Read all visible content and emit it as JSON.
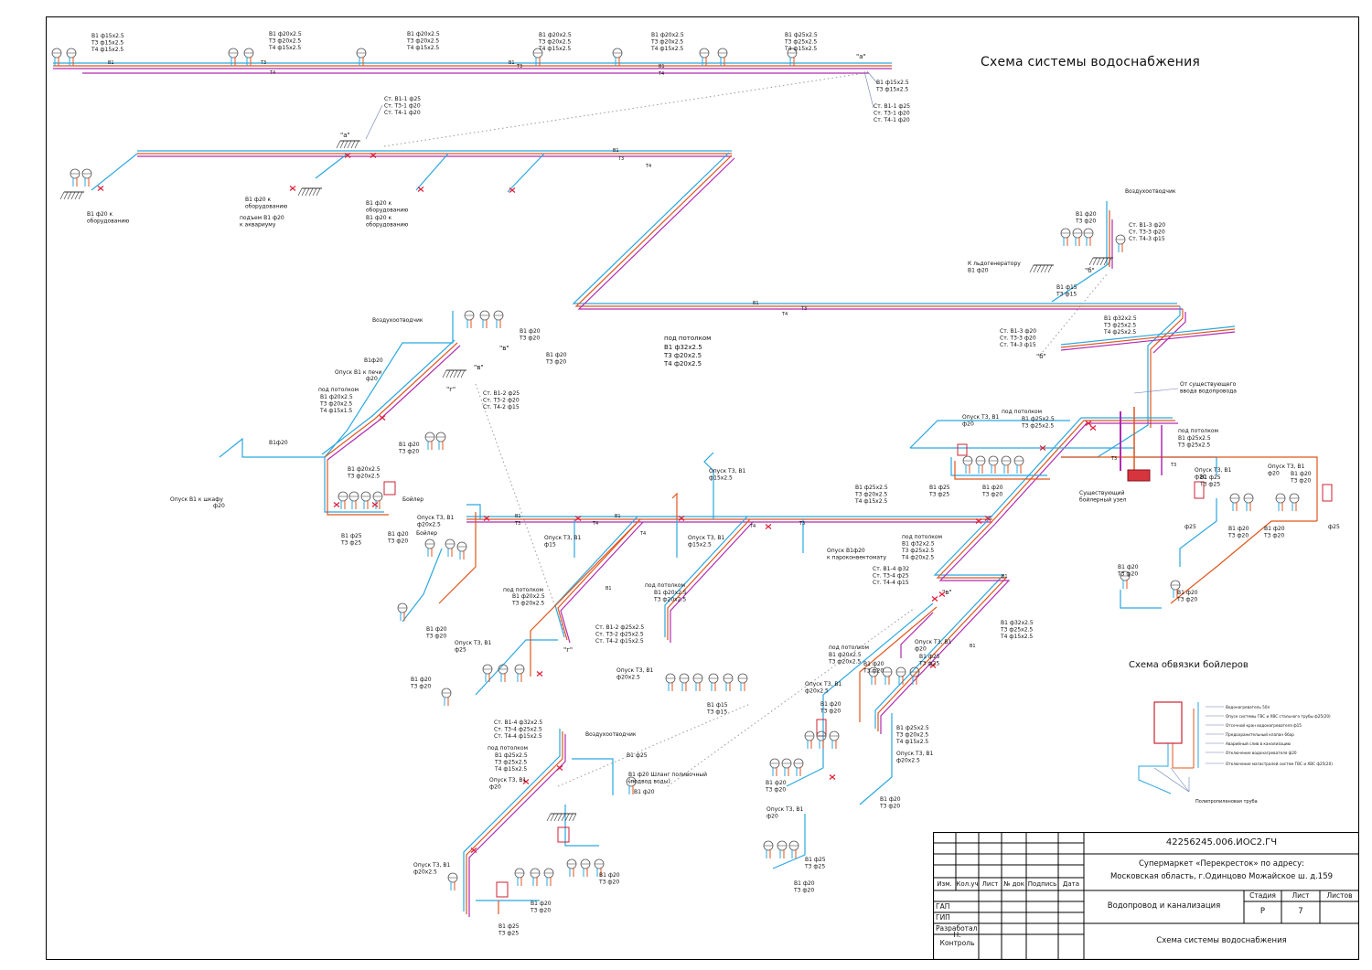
{
  "diagram_title": "Схема системы водоснабжения",
  "boiler_title": "Схема обвязки бойлеров",
  "colors": {
    "pipe_cold_v1": "#2aa7e0",
    "pipe_hot_t3": "#e0561c",
    "pipe_recirc_t4": "#b02ab0",
    "leader": "#6a7fb0",
    "valve": "#e0203a"
  },
  "labels": {
    "l1": "В1 ф15х2.5",
    "l2": "Т3 ф15х2.5",
    "l3": "Т4 ф15х2.5",
    "l4": "В1 ф20х2.5",
    "l5": "Т3 ф20х2.5",
    "l6": "Т4 ф15х2.5",
    "l7": "В1 ф20х2.5",
    "l8": "Т3 ф20х2.5",
    "l9": "Т4 ф15х2.5",
    "l10": "В1 ф20х2.5",
    "l11": "Т3 ф20х2.5",
    "l12": "Т4 ф15х2.5",
    "l13": "В1 ф20х2.5",
    "l14": "Т3 ф20х2.5",
    "l15": "Т4 ф15х2.5",
    "l16": "В1 ф25х2.5",
    "l17": "Т3 ф25х2.5",
    "l18": "Т4 ф15х2.5",
    "l19": "В1 ф15х2.5",
    "l20": "Т3 ф15х2.5",
    "l21": "Ст. В1-1 ф25",
    "l22": "Ст. Т3-1 ф20",
    "l23": "Ст. Т4-1 ф20",
    "l24": "Ст. В1-1 ф25",
    "l25": "Ст. Т3-1 ф20",
    "l26": "Ст. Т4-1 ф20",
    "l27": "В1 ф20 к",
    "l28": "оборудованию",
    "l29": "В1 ф20 к",
    "l30": "оборудованию",
    "l31": "подъем В1 ф20",
    "l32": "к аквариуму",
    "l33": "В1 ф20 к",
    "l34": "оборудованию",
    "l35": "В1 ф20 к",
    "l36": "оборудованию",
    "l37": "Воздухоотводчик",
    "l38": "В1 ф20",
    "l39": "Т3 ф20",
    "l40": "Ст. В1-3 ф20",
    "l41": "Ст. Т3-3 ф20",
    "l42": "Ст. Т4-3 ф15",
    "l43": "К льдогенератору",
    "l44": "В1 ф20",
    "l45": "В1 ф15",
    "l46": "Т3 ф15",
    "l47": "под потолком",
    "l48": "В1 ф32х2.5",
    "l49": "Т3 ф20х2.5",
    "l50": "Т4 ф20х2.5",
    "l51": "В1 ф32х2.5",
    "l52": "Т3 ф25х2.5",
    "l53": "Т4 ф25х2.5",
    "l54": "Ст. В1-3 ф20",
    "l55": "Ст. Т3-3 ф20",
    "l56": "Ст. Т4-3 ф15",
    "l57": "От существующего",
    "l58": "ввода водопровода",
    "l59": "Воздухоотводчик",
    "l60": "В1 ф20",
    "l61": "Т3 ф20",
    "l62": "В1 ф20",
    "l63": "Т3 ф20",
    "l64": "В1ф20",
    "l65": "Опуск В1 к печи",
    "l66": "ф20",
    "l67": "под потолком",
    "l68": "В1 ф20х2.5",
    "l69": "Т3 ф20х2.5",
    "l70": "Т4 ф15х1.5",
    "l71": "Ст. В1-2 ф25",
    "l72": "Ст. Т3-2 ф20",
    "l73": "Ст. Т4-2 ф15",
    "l74": "В1 ф20",
    "l75": "Т3 ф20",
    "l76": "В1ф20",
    "l77": "Опуск В1 к шкафу",
    "l78": "ф20",
    "l79": "В1 ф20х2.5",
    "l80": "Т3 ф20х2.5",
    "l81": "Бойлер",
    "l82": "В1 ф25",
    "l83": "Т3 ф25",
    "l84": "В1 ф20",
    "l85": "Т3 ф20",
    "l86": "Опуск Т3, В1",
    "l87": "ф20х2.5",
    "l88": "Бойлер",
    "l89": "Опуск Т3, В1",
    "l90": "ф15х2.5",
    "l91": "В1 ф25х2.5",
    "l92": "Т3 ф20х2.5",
    "l93": "Т4 ф15х2.5",
    "l94": "Опуск Т3, В1",
    "l95": "ф15",
    "l96": "Опуск Т3, В1",
    "l97": "ф15х2.5",
    "l98": "Опуск В1ф20",
    "l99": "к пароконвектомату",
    "l100": "Опуск Т3, В1",
    "l101": "ф20",
    "l102": "под потолком",
    "l103": "В1 ф25х2.5",
    "l104": "Т3 ф25х2.5",
    "l105": "под потолком",
    "l106": "В1 ф25х2.5",
    "l107": "Т3 ф25х2.5",
    "l108": "В1 ф25",
    "l109": "Т3 ф25",
    "l110": "В1 ф20",
    "l111": "Т3 ф20",
    "l112": "Существующий",
    "l113": "бойлерный узел",
    "l114": "Опуск Т3, В1",
    "l115": "ф20",
    "l116": "В1 ф25",
    "l117": "Т3 ф25",
    "l118": "ф25",
    "l119": "В1 ф20",
    "l120": "Т3 ф20",
    "l121": "В1 ф20",
    "l122": "Т3 ф20",
    "l123": "Опуск Т3, В1",
    "l124": "ф20",
    "l125": "В1 ф20",
    "l126": "Т3 ф20",
    "l127": "ф25",
    "l128": "В1 ф20",
    "l129": "Т3 ф20",
    "l130": "под потолком",
    "l131": "В1 ф32х2.5",
    "l132": "Т3 ф25х2.5",
    "l133": "Т4 ф20х2.5",
    "l134": "Ст. В1-4 ф32",
    "l135": "Ст. Т3-4 ф25",
    "l136": "Ст. Т4-4 ф15",
    "l137": "под потолком",
    "l138": "В1 ф20х2.5",
    "l139": "Т3 ф20х2.5",
    "l140": "В1 ф32х2.5",
    "l141": "Т3 ф25х2.5",
    "l142": "Т4 ф15х2.5",
    "l143": "под потолком",
    "l144": "В1 ф20х2.5",
    "l145": "Т3 ф20х2.5",
    "l146": "под потолком",
    "l147": "В1 ф20х2.5",
    "l148": "Т3 ф20х2.5",
    "l149": "Ст. В1-2 ф25х2.5",
    "l150": "Ст. Т3-2 ф25х2.5",
    "l151": "Ст. Т4-2 ф15х2.5",
    "l152": "Опуск Т3, В1",
    "l153": "ф25",
    "l154": "В1 ф20",
    "l155": "Т3 ф20",
    "l156": "Опуск Т3, В1",
    "l157": "ф20х2.5",
    "l158": "В1 ф15",
    "l159": "Т3 ф15",
    "l160": "под потолком",
    "l161": "В1 ф20х2.5",
    "l162": "Т3 ф20х2.5",
    "l163": "Опуск Т3, В1",
    "l164": "ф20х2.5",
    "l165": "Опуск Т3, В1",
    "l166": "ф20",
    "l167": "В1 ф25",
    "l168": "Т3 ф25",
    "l169": "В1 ф20",
    "l170": "Т3 ф20",
    "l171": "В1 ф25х2.5",
    "l172": "Т3 ф20х2.5",
    "l173": "Т4 ф15х2.5",
    "l174": "Опуск Т3, В1",
    "l175": "ф20х2.5",
    "l176": "В1 ф20",
    "l177": "Т3 ф20",
    "l178": "В1 ф20",
    "l179": "Т3 ф20",
    "l180": "Опуск Т3, В1",
    "l181": "ф20",
    "l182": "В1 ф25",
    "l183": "Т3 ф25",
    "l184": "В1 ф20",
    "l185": "Т3 ф20",
    "l186": "Ст. В1-4 ф32х2.5",
    "l187": "Ст. Т3-4 ф25х2.5",
    "l188": "Ст. Т4-4 ф15х2.5",
    "l189": "под потолком",
    "l190": "В1 ф25х2.5",
    "l191": "Т3 ф25х2.5",
    "l192": "Т4 ф15х2.5",
    "l193": "Опуск Т3, В1",
    "l194": "ф20",
    "l195": "Воздухоотводчик",
    "l196": "В1 ф25",
    "l197": "В1 ф20 Шланг поливочный",
    "l198": "(подвод воды)",
    "l199": "В1 ф20",
    "l200": "Опуск Т3, В1",
    "l201": "ф20х2.5",
    "l202": "В1 ф20",
    "l203": "Т3 ф20",
    "l204": "В1 ф20",
    "l205": "Т3 ф20",
    "l206": "В1 ф25",
    "l207": "Т3 ф25"
  },
  "markers": {
    "a": "\"а\"",
    "b": "\"б\"",
    "v": "\"в\"",
    "g": "\"г\""
  },
  "pipe_tags": {
    "v1": "В1",
    "t3": "Т3",
    "t4": "Т4"
  },
  "boiler_legend": [
    "Водонагреватель 50л",
    "Опуск системы ГВС и ХВС стального трубы ф25(20)",
    "Отсечной кран водонагревателя ф15",
    "Предохранительный клапан 6бар",
    "Аварийный слив в канализацию",
    "Отключение водонагревателя ф20",
    "Отключение магистралей систем ГВС и ХВС ф25(20)"
  ],
  "boiler_pipe_note": "Полипропиленовая труба",
  "stamp": {
    "doc_code": "42256245.006.ИОС2.ГЧ",
    "project_line1": "Супермаркет «Перекресток» по адресу:",
    "project_line2": "Московская область, г.Одинцово Можайское ш. д.159",
    "col_izm": "Изм.",
    "col_kol": "Кол.уч",
    "col_list": "Лист",
    "col_ndok": "№ док",
    "col_podpis": "Подпись",
    "col_data": "Дата",
    "role_gap": "ГАП",
    "role_gip": "ГИП",
    "role_razrab": "Разработал",
    "role_nkontr": "Н. Контроль",
    "section": "Водопровод и канализация",
    "sheet_title": "Схема системы водоснабжения",
    "h_stadia": "Стадия",
    "h_list": "Лист",
    "h_listov": "Листов",
    "v_stadia": "Р",
    "v_list": "7",
    "v_listov": ""
  }
}
